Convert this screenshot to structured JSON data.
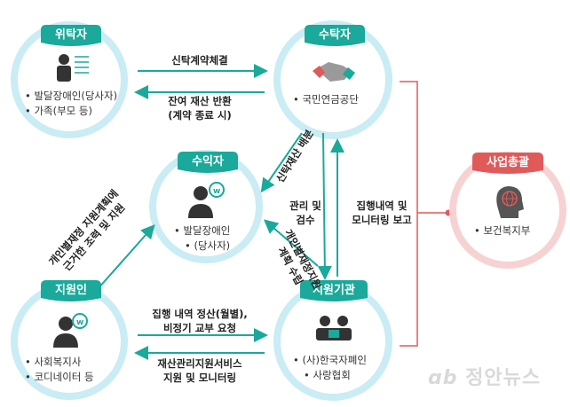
{
  "nodes": {
    "truster": {
      "title": "위탁자",
      "items": [
        "발달장애인(당사자)",
        "가족(부모 등)"
      ]
    },
    "trustee": {
      "title": "수탁자",
      "items": [
        "국민연금공단"
      ]
    },
    "beneficiary": {
      "title": "수익자",
      "items": [
        "발달장애인",
        "(당사자)"
      ]
    },
    "supporter": {
      "title": "지원인",
      "items": [
        "사회복지사",
        "코디네이터 등"
      ]
    },
    "agency": {
      "title": "지원기관",
      "items": [
        "(사)한국자폐인",
        "사랑협회"
      ]
    },
    "general": {
      "title": "사업총괄",
      "items": [
        "보건복지부"
      ]
    }
  },
  "edges": {
    "contract": "신탁계약체결",
    "return_line1": "잔여 재산 반환",
    "return_line2": "(계약 종료 시)",
    "distribution": "신탁재산 배분",
    "manage_line1": "관리 및",
    "manage_line2": "검수",
    "report_line1": "집행내역 및",
    "report_line2": "모니터링 보고",
    "plan": "개인별재정지원",
    "plan_line2": "계획 수립",
    "advice_line1": "개인별재정 지원계획에",
    "advice_line2": "근거한 조력 및 지원",
    "settle_line1": "집행 내역 정산(월별),",
    "settle_line2": "비정기 교부 요청",
    "service_line1": "재산관리지원서비스",
    "service_line2": "지원 및 모니터링"
  },
  "watermark": "정안뉴스",
  "colors": {
    "teal": "#1aa99a",
    "ring": "#c9ecf5",
    "red": "#e05a5a",
    "redring": "#f7d2d2"
  }
}
